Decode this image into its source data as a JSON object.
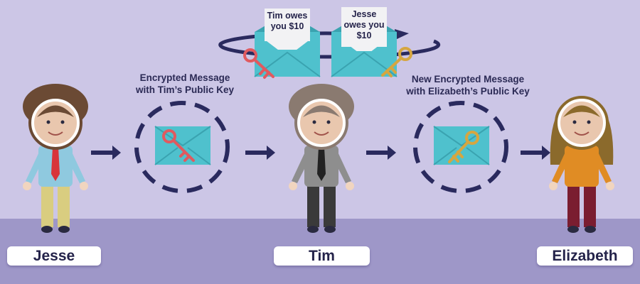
{
  "colors": {
    "background": "#ccc6e6",
    "floor": "#9e97c8",
    "navy": "#2a2a5e",
    "envelope": "#4fc1cd",
    "envelope_dark": "#3aa3b0",
    "key_red": "#e05a5f",
    "key_gold": "#d6a640"
  },
  "labels": {
    "message1": [
      "Encrypted Message",
      "with Tim’s Public Key"
    ],
    "message2": [
      "New Encrypted Message",
      "with Elizabeth’s Public Key"
    ]
  },
  "notes": {
    "left": [
      "Tim owes",
      "you $10"
    ],
    "right": [
      "Jesse",
      "owes you",
      "$10"
    ]
  },
  "people": [
    {
      "name": "Jesse",
      "shirt": "#8fc9df",
      "pants": "#d9cd80",
      "tie": "#d8343a",
      "hair": "#6b4a34"
    },
    {
      "name": "Tim",
      "shirt": "#8e8e8e",
      "pants": "#3a3a3a",
      "tie": "#222222",
      "hair": "#8a7a70"
    },
    {
      "name": "Elizabeth",
      "shirt": "#e08c24",
      "pants": "#7a1d30",
      "tie": "",
      "hair": "#8b6a2c"
    }
  ],
  "icons": [
    "arrow-right-icon",
    "envelope-icon",
    "key-icon",
    "person-icon",
    "rotate-arrow-icon"
  ]
}
